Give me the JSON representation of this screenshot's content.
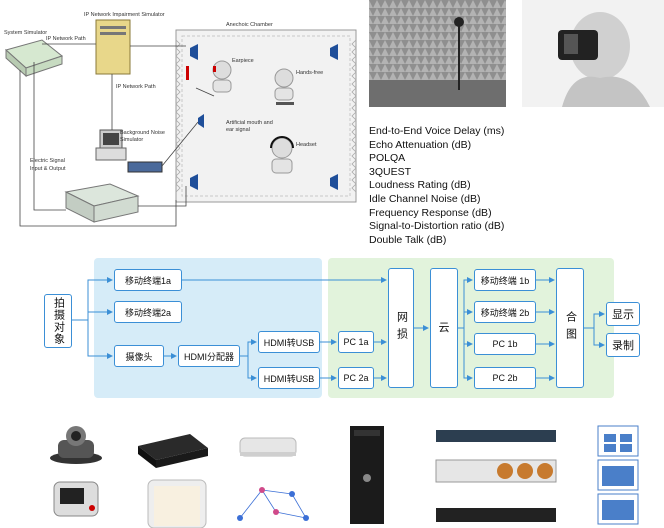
{
  "top_diagram": {
    "labels": {
      "ip_impairment": "IP Network Impairment Simulator",
      "system_simulator": "System Simulator",
      "ip_path_1": "IP Network Path",
      "ip_path_2": "IP Network Path",
      "anechoic": "Anechoic Chamber",
      "earpiece": "Earpiece",
      "handsfree": "Hands-free",
      "artificial_mouth": "Artificial mouth and",
      "ear_signal": "ear signal",
      "headset": "Headset",
      "bg_noise_1": "Background Noise",
      "bg_noise_2": "Simulator",
      "electric_1": "Electric Signal",
      "electric_2": "Input & Output"
    }
  },
  "metrics": [
    "End-to-End Voice Delay (ms)",
    "Echo Attenuation (dB)",
    "POLQA",
    "3QUEST",
    "Loudness Rating (dB)",
    "Idle Channel Noise (dB)",
    "Frequency Response (dB)",
    "Signal-to-Distortion ratio (dB)",
    "Double Talk (dB)"
  ],
  "flow": {
    "capture": "拍摄对象",
    "mobile_1a": "移动终端1a",
    "mobile_2a": "移动终端2a",
    "camera": "摄像头",
    "hdmi_splitter": "HDMI分配器",
    "hdmi_usb_1": "HDMI转USB",
    "hdmi_usb_2": "HDMI转USB",
    "pc_1a": "PC 1a",
    "pc_2a": "PC 2a",
    "network_impair": "网损",
    "cloud": "云",
    "mobile_1b": "移动终端 1b",
    "mobile_2b": "移动终端 2b",
    "pc_1b": "PC 1b",
    "pc_2b": "PC 2b",
    "combine": "合图",
    "display": "显示",
    "record": "录制"
  },
  "colors": {
    "box_border": "#3b8fd6",
    "left_panel": "#d6ecf8",
    "right_panel": "#e2f3dc",
    "arrow": "#3b8fd6"
  }
}
